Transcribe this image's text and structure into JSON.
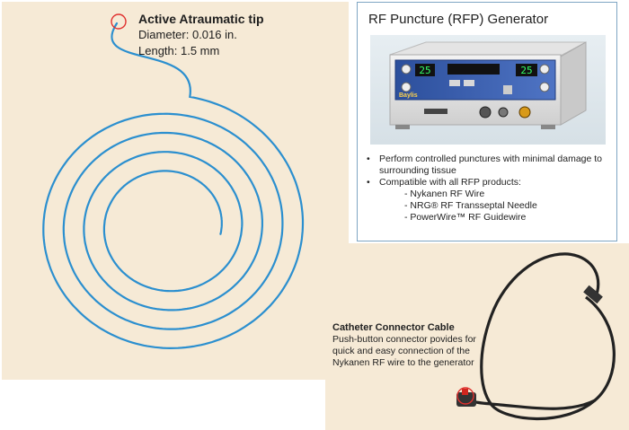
{
  "tip": {
    "title": "Active Atraumatic tip",
    "diameter": "Diameter: 0.016 in.",
    "length": "Length: 1.5 mm"
  },
  "rf": {
    "title": "RF Puncture (RFP) Generator",
    "device_brand": "Baylis",
    "display_left": "25",
    "display_right": "25",
    "bullets": [
      "Perform controlled punctures with minimal damage to surrounding tissue",
      "Compatible with all RFP products:"
    ],
    "products": [
      "- Nykanen RF Wire",
      "- NRG® RF Transseptal Needle",
      "- PowerWire™ RF Guidewire"
    ]
  },
  "cable": {
    "title": "Catheter Connector Cable",
    "description": "Push-button connector povides for quick and easy connection of the Nykanen RF wire to the generator"
  },
  "colors": {
    "panel_bg": "#f6ead6",
    "coil": "#2b8fcf",
    "callout": "#e0302e",
    "frame": "#7fa6c4"
  }
}
